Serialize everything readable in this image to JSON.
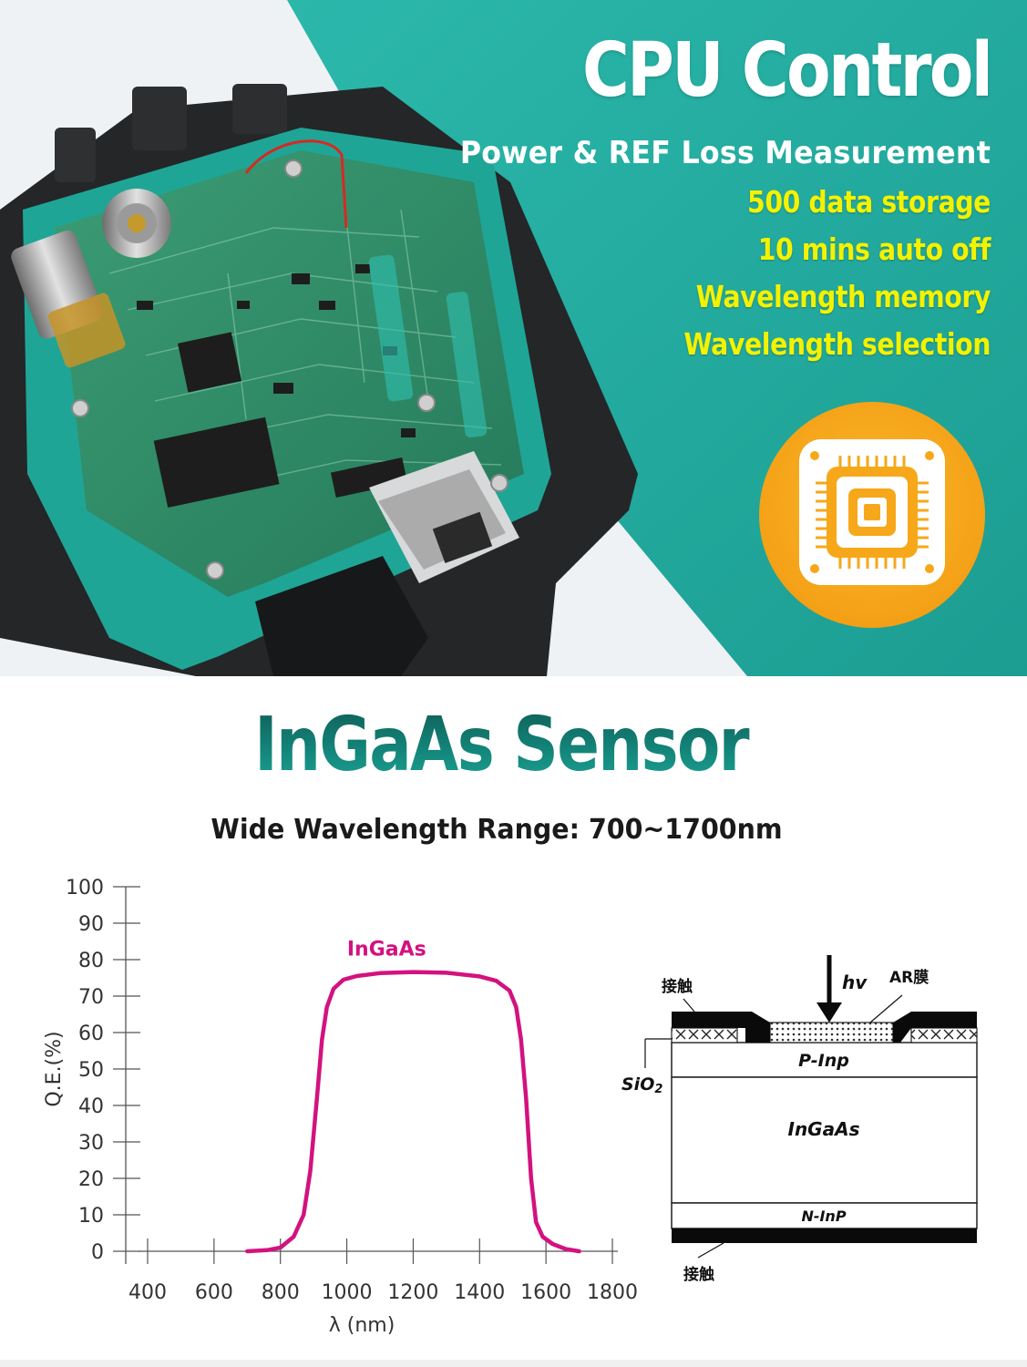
{
  "hero": {
    "title": "CPU Control",
    "subtitle": "Power & REF Loss Measurement",
    "features": [
      "500 data storage",
      "10 mins auto off",
      "Wavelength memory",
      "Wavelength selection"
    ],
    "icon": "cpu-chip-icon",
    "colors": {
      "teal": "#21ada1",
      "feature_yellow": "#f3f200",
      "badge_orange": "#f7a91b"
    }
  },
  "sensor": {
    "title": "InGaAs Sensor",
    "range_text": "Wide Wavelength Range: 700~1700nm",
    "title_color": "#138479"
  },
  "chart_data": {
    "type": "line",
    "series": [
      {
        "name": "InGaAs",
        "color": "#d3127f",
        "x": [
          700,
          760,
          800,
          840,
          870,
          890,
          910,
          925,
          940,
          960,
          990,
          1030,
          1100,
          1200,
          1300,
          1400,
          1450,
          1490,
          1510,
          1525,
          1540,
          1555,
          1570,
          1590,
          1620,
          1660,
          1700
        ],
        "y": [
          0,
          0.3,
          1,
          4,
          10,
          22,
          42,
          58,
          67,
          72,
          74.5,
          75.5,
          76.3,
          76.6,
          76.4,
          75.4,
          74.2,
          71.5,
          67,
          58,
          42,
          20,
          8,
          4,
          2,
          0.6,
          0
        ]
      }
    ],
    "xlabel": "λ (nm)",
    "ylabel": "Q.E.(%)",
    "xlim": [
      400,
      1800
    ],
    "ylim": [
      0,
      100
    ],
    "xticks": [
      400,
      600,
      800,
      1000,
      1200,
      1400,
      1600,
      1800
    ],
    "yticks": [
      0,
      10,
      20,
      30,
      40,
      50,
      60,
      70,
      80,
      90,
      100
    ],
    "grid": false,
    "legend": "none"
  },
  "diagram": {
    "hv_label": "hv",
    "ar_label": "AR膜",
    "contact_top_label": "接触",
    "contact_bottom_label": "接触",
    "sio2_label": "SiO",
    "sio2_subscript": "2",
    "layers": [
      "P-Inp",
      "InGaAs",
      "N-InP"
    ]
  }
}
